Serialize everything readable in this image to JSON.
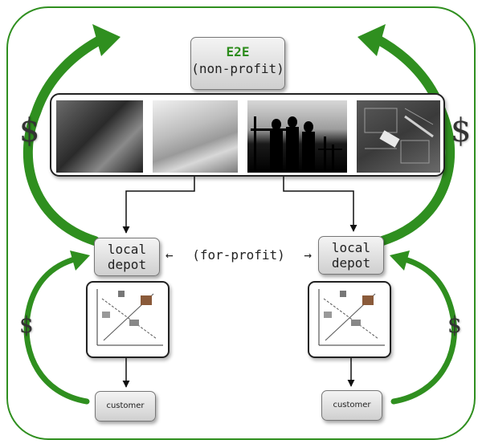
{
  "nodes": {
    "e2e": {
      "title": "E2E",
      "subtitle": "(non-profit)"
    },
    "depot_left": {
      "line1": "local",
      "line2": "depot"
    },
    "depot_right": {
      "line1": "local",
      "line2": "depot"
    },
    "customer_left": "customer",
    "customer_right": "customer",
    "profit_label": "(for-profit)",
    "arrow_left": "←",
    "arrow_right": "→"
  },
  "money_symbol": "$",
  "photos": [
    "workers-icon",
    "sheet-metal-icon",
    "construction-silhouette-icon",
    "blueprint-icon"
  ],
  "colors": {
    "green_arrow": "#2f8f1f",
    "frame": "#2f8f1f"
  }
}
